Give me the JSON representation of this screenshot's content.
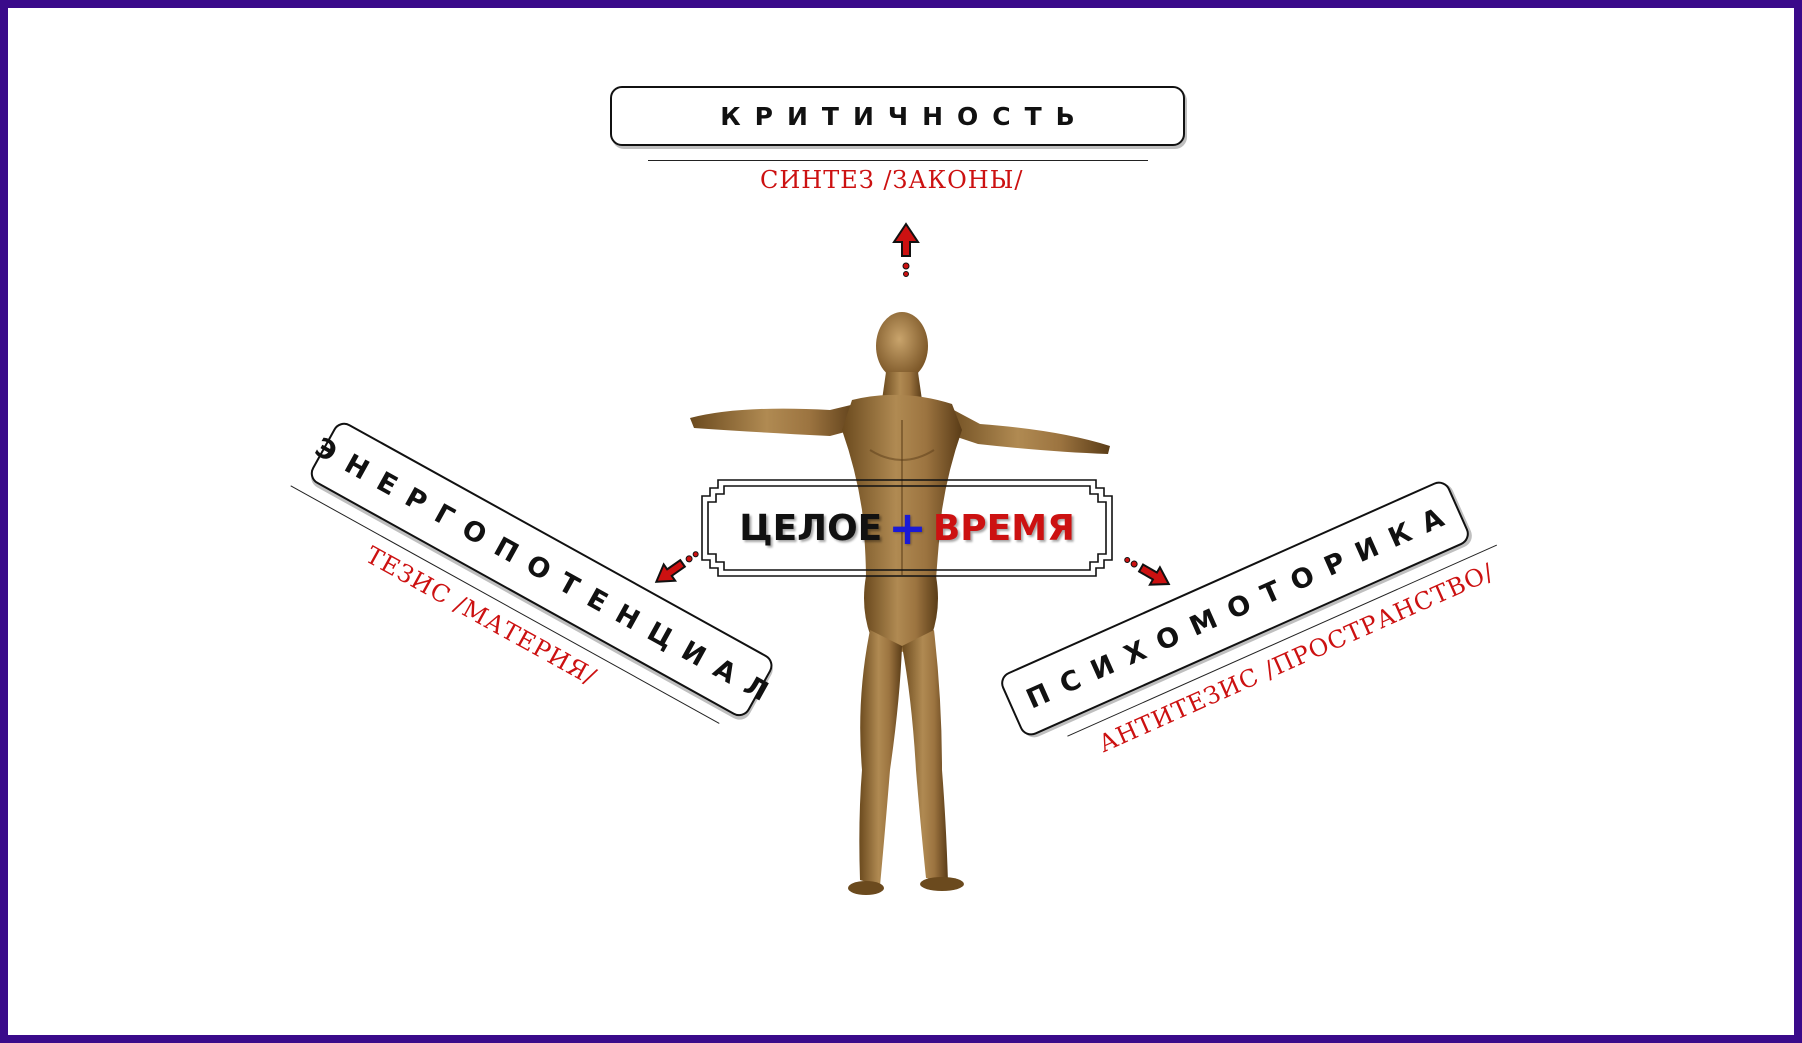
{
  "colors": {
    "frame": "#3a0a8a",
    "subtitle": "#cc1111",
    "plus": "#1a1ad6",
    "arrow": "#cc1111"
  },
  "top": {
    "title": "КРИТИЧНОСТЬ",
    "subtitle": "СИНТЕЗ  /ЗАКОНЫ/"
  },
  "left": {
    "title": "ЭНЕРГОПОТЕНЦИАЛ",
    "subtitle": "ТЕЗИС  /МАТЕРИЯ/"
  },
  "right": {
    "title": "ПСИХОМОТОРИКА",
    "subtitle": "АНТИТЕЗИС  /ПРОСТРАНСТВО/"
  },
  "center": {
    "word1": "ЦЕЛОЕ",
    "plus": "+",
    "word2": "ВРЕМЯ"
  },
  "icons": [
    "arrow-up-icon",
    "arrow-down-left-icon",
    "arrow-down-right-icon",
    "human-figure-icon"
  ]
}
